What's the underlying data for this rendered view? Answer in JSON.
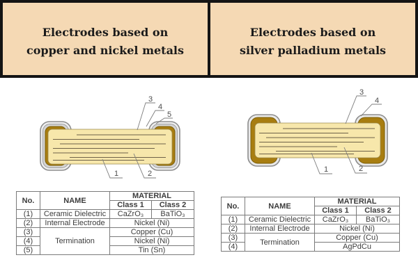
{
  "colors": {
    "header_background": "#f5d9b4",
    "frame_border": "#141414",
    "copper_gold_layer": "#a87d10",
    "ceramic_body": "#f7e7ab",
    "outer_plating_layer": "#ededed",
    "table_border": "#7a7a7a",
    "table_text": "#3c3c3c"
  },
  "panels": {
    "left": {
      "title_line1": "Electrodes based on",
      "title_line2": "copper and nickel metals",
      "diagram_labels": {
        "n1": "1",
        "n2": "2",
        "n3": "3",
        "n4": "4",
        "n5": "5"
      },
      "table": {
        "header": {
          "no": "No.",
          "name": "NAME",
          "material": "MATERIAL",
          "class1": "Class 1",
          "class2": "Class 2"
        },
        "rows": [
          {
            "no": "(1)",
            "name": "Ceramic Dielectric",
            "class1": "CaZrO₃",
            "class2": "BaTiO₃"
          },
          {
            "no": "(2)",
            "name": "Internal Electrode",
            "material": "Nickel (Ni)"
          },
          {
            "no": "(3)",
            "name": "Termination",
            "material": "Copper (Cu)"
          },
          {
            "no": "(4)",
            "material": "Nickel (Ni)"
          },
          {
            "no": "(5)",
            "material": "Tin (Sn)"
          }
        ]
      }
    },
    "right": {
      "title_line1": "Electrodes based on",
      "title_line2": "silver palladium metals",
      "diagram_labels": {
        "n1": "1",
        "n2": "2",
        "n3": "3",
        "n4": "4"
      },
      "table": {
        "header": {
          "no": "No.",
          "name": "NAME",
          "material": "MATERIAL",
          "class1": "Class 1",
          "class2": "Class 2"
        },
        "rows": [
          {
            "no": "(1)",
            "name": "Ceramic Dielectric",
            "class1": "CaZrO₃",
            "class2": "BaTiO₃"
          },
          {
            "no": "(2)",
            "name": "Internal Electrode",
            "material": "Nickel (Ni)"
          },
          {
            "no": "(3)",
            "name": "Termination",
            "material": "Copper (Cu)"
          },
          {
            "no": "(4)",
            "material": "AgPdCu"
          }
        ]
      }
    }
  }
}
